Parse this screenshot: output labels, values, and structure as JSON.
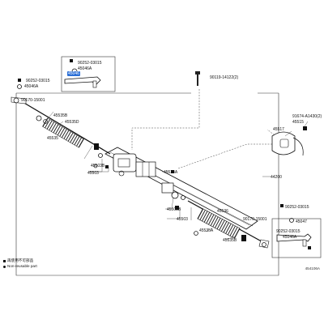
{
  "labels": {
    "p45046_hl": "45046",
    "p90252_tl": "90252-03015",
    "p45046a_tl": "45046A",
    "p90252_l": "90252-03015",
    "p45046a_l": "45046A",
    "p90119": "90119-14122(2)",
    "p90170_l": "90170-15001",
    "p45535b_l": "45535B",
    "p45535d": "45535D",
    "p45535": "45535",
    "p45503_l": "45503",
    "p45503b_l": "45503B",
    "p45524a": "45524A",
    "p91674": "91674-A1430(2)",
    "p45515": "45515",
    "p45517": "45517",
    "p44200": "44200",
    "p45503b_r": "45503B",
    "p45503_r": "45503",
    "p45536": "45536",
    "p45535a": "45535A",
    "p45535b_r": "45535B",
    "p90170_r": "90170-15001",
    "p90252_r": "90252-03015",
    "p45047": "45047",
    "p90252_r2": "90252-03015",
    "p45046a_r": "45046A"
  },
  "legend": {
    "line1": "再使用不可部品",
    "line2": "Non-reusable part"
  },
  "figure_id": "454106A",
  "colors": {
    "highlight": "#2b6fd6",
    "ink": "#111111"
  }
}
